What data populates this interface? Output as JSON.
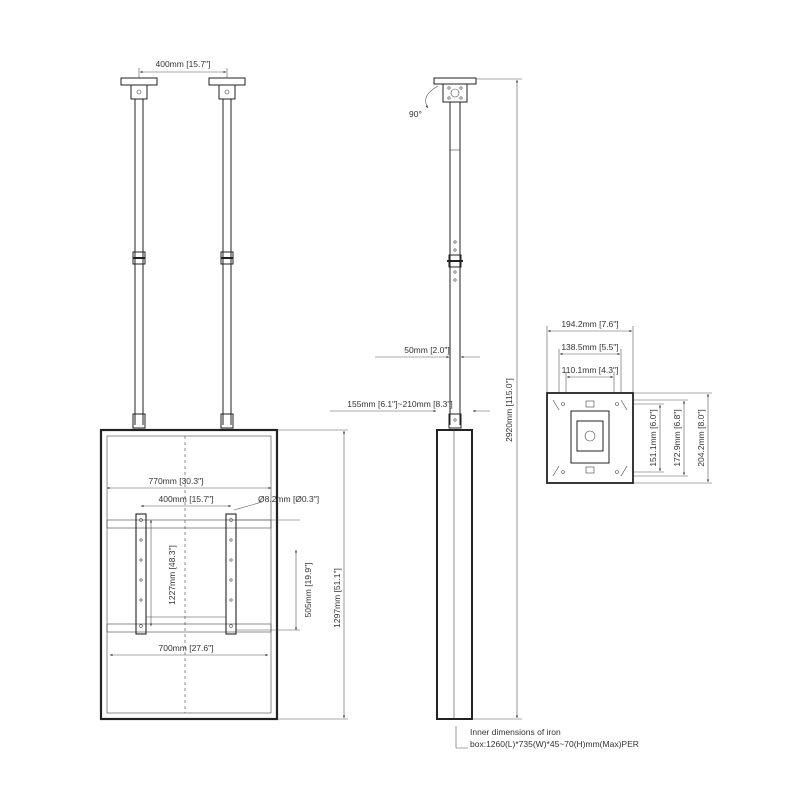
{
  "front_view": {
    "pole_spacing": "400mm [15.7\"]",
    "frame_width": "770mm [30.3\"]",
    "bracket_spacing": "400mm [15.7\"]",
    "hole_diameter": "Ø8.2mm [Ø0.3\"]",
    "bracket_height": "1227mm [48.3\"]",
    "bracket_span": "505mm [19.9\"]",
    "frame_height": "1297mm [51.1\"]",
    "inner_width": "700mm [27.6\"]"
  },
  "side_view": {
    "rotation": "90°",
    "pole_width": "50mm [2.0\"]",
    "depth_range": "155mm [6.1\"]~210mm [8.3\"]",
    "total_height": "2920mm [115.0\"]",
    "note_line1": "Inner dimensions of iron",
    "note_line2": "box:1260(L)*735(W)*45~70(H)mm(Max)PER"
  },
  "plate_view": {
    "width_outer": "194.2mm [7.6\"]",
    "width_mid": "138.5mm [5.5\"]",
    "width_inner": "110.1mm [4.3\"]",
    "height_inner": "151.1mm [6.0\"]",
    "height_mid": "172.9mm [6.8\"]",
    "height_outer": "204.2mm [8.0\"]"
  }
}
